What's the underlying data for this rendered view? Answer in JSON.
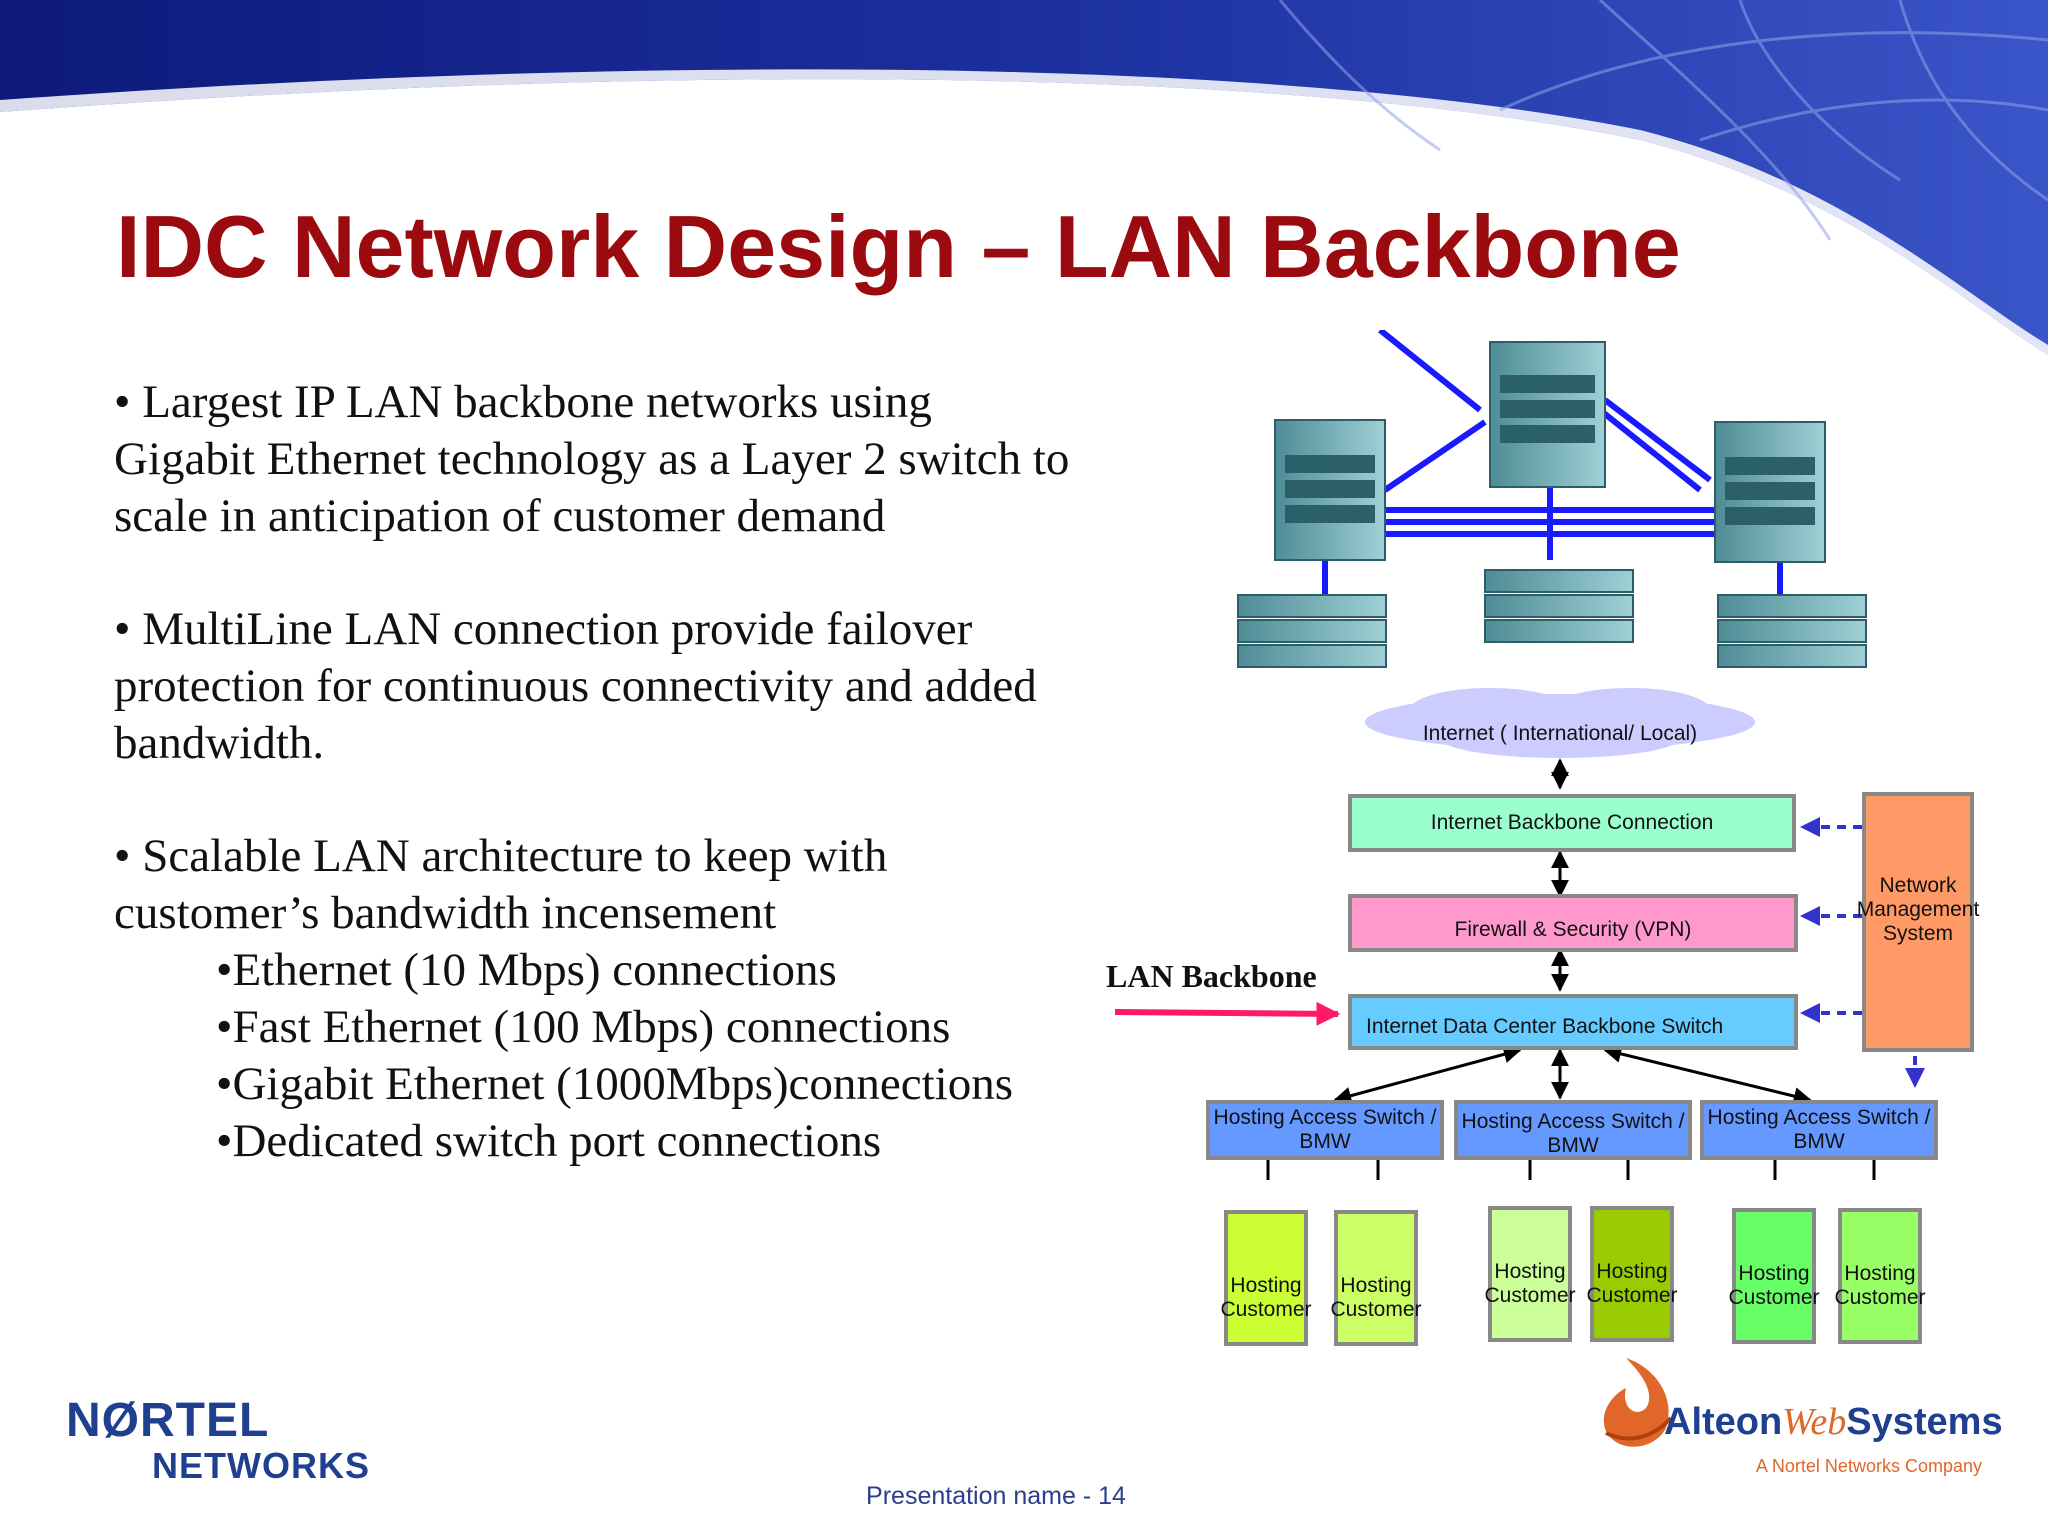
{
  "slide": {
    "title": "IDC Network Design – LAN Backbone",
    "bullets": [
      {
        "text": "• Largest IP LAN backbone networks using Gigabit Ethernet technology as a Layer 2 switch to scale in anticipation of customer demand"
      },
      {
        "text": "• MultiLine LAN connection provide failover protection for continuous connectivity and added bandwidth."
      },
      {
        "text": "• Scalable LAN architecture to keep with customer’s bandwidth incensement",
        "sub": [
          "•Ethernet (10 Mbps) connections",
          "•Fast Ethernet (100 Mbps) connections",
          "•Gigabit Ethernet (1000Mbps)connections",
          "•Dedicated switch port connections"
        ]
      }
    ],
    "footer": "Presentation name - 14"
  },
  "diagram": {
    "internet": "Internet ( International/ Local)",
    "backbone_connection": "Internet Backbone Connection",
    "firewall": "Firewall & Security (VPN)",
    "idc_switch": "Internet Data Center Backbone Switch",
    "nms": "Network Management System",
    "lan_label": "LAN Backbone",
    "access_switches": [
      "Hosting Access Switch / BMW",
      "Hosting Access Switch / BMW",
      "Hosting Access Switch / BMW"
    ],
    "customers": [
      "Hosting Customer",
      "Hosting Customer",
      "Hosting Customer",
      "Hosting Customer",
      "Hosting Customer",
      "Hosting Customer"
    ]
  },
  "logos": {
    "nortel_line1": "NØRTEL",
    "nortel_line2": "NETWORKS",
    "alteon_name": "Alteon",
    "alteon_web": "Web",
    "alteon_systems": "Systems",
    "alteon_tagline": "A Nortel Networks Company"
  },
  "colors": {
    "title": "#9b0a0e",
    "banner_blue": "#1b2f9e",
    "backbone_connection": "#99ffcc",
    "firewall": "#ff99cc",
    "idc_switch": "#66ccff",
    "nms": "#ff9966",
    "access_switch": "#6699ff",
    "customers": [
      "#ccff33",
      "#ccff66",
      "#ccff99",
      "#99cc00",
      "#66ff66",
      "#99ff66"
    ],
    "footer": "#2a3e8c"
  }
}
